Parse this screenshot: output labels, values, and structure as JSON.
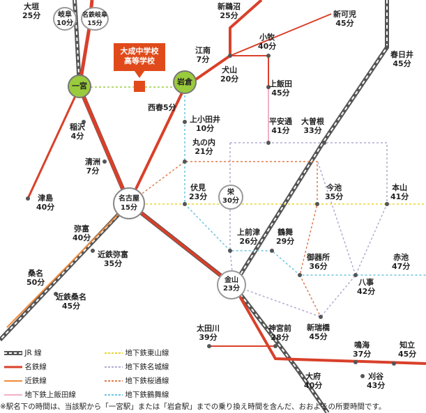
{
  "colors": {
    "jr": "#555555",
    "meitetsu": "#d9402a",
    "kintetsu": "#ef8a3a",
    "kamiiida": "#f0b0c8",
    "higashiyama": "#e8d52a",
    "meijo": "#b4a8d2",
    "sakuradori": "#e07a4a",
    "tsurumai": "#6cc4e0"
  },
  "school": {
    "line1": "大成中学校",
    "line2": "高等学校"
  },
  "stations": {
    "ogaki": {
      "name": "大垣",
      "time": "25分"
    },
    "gifu": {
      "name": "岐阜",
      "time": "10分"
    },
    "meitetsu_gifu": {
      "name": "名鉄岐阜",
      "time": "15分"
    },
    "ichinomiya": {
      "name": "一宮"
    },
    "iwakura": {
      "name": "岩倉"
    },
    "shin_unuma": {
      "name": "新鵜沼",
      "time": "25分"
    },
    "shin_kani": {
      "name": "新可児",
      "time": "45分"
    },
    "konan": {
      "name": "江南",
      "time": "7分"
    },
    "inuyama": {
      "name": "犬山",
      "time": "20分"
    },
    "komaki": {
      "name": "小牧",
      "time": "40分"
    },
    "kasugai": {
      "name": "春日井",
      "time": "45分"
    },
    "kami_iida": {
      "name": "上飯田",
      "time": "45分"
    },
    "nishiharu": {
      "name": "西春5分"
    },
    "kami_otai": {
      "name": "上小田井",
      "time": "10分"
    },
    "inazawa": {
      "name": "稲沢",
      "time": "4分"
    },
    "heiando": {
      "name": "平安通",
      "time": "41分"
    },
    "ozone": {
      "name": "大曽根",
      "time": "33分"
    },
    "marunouchi": {
      "name": "丸の内",
      "time": "21分"
    },
    "kiyosu": {
      "name": "清洲",
      "time": "7分"
    },
    "tsushima": {
      "name": "津島",
      "time": "40分"
    },
    "nagoya": {
      "name": "名古屋",
      "time": "15分"
    },
    "fushimi": {
      "name": "伏見",
      "time": "23分"
    },
    "sakae": {
      "name": "栄",
      "time": "30分"
    },
    "imaike": {
      "name": "今池",
      "time": "35分"
    },
    "motoyama": {
      "name": "本山",
      "time": "41分"
    },
    "yatomi": {
      "name": "弥富",
      "time": "40分"
    },
    "kintetsu_yatomi": {
      "name": "近鉄弥富",
      "time": "35分"
    },
    "kamimaezu": {
      "name": "上前津",
      "time": "26分"
    },
    "tsurumai": {
      "name": "鶴舞",
      "time": "29分"
    },
    "gokiso": {
      "name": "御器所",
      "time": "36分"
    },
    "akaike": {
      "name": "赤池",
      "time": "47分"
    },
    "kuwana": {
      "name": "桑名",
      "time": "50分"
    },
    "kintetsu_kuwana": {
      "name": "近鉄桑名",
      "time": "45分"
    },
    "kanayama": {
      "name": "金山",
      "time": "23分"
    },
    "yagoto": {
      "name": "八事",
      "time": "42分"
    },
    "shin_mizuho": {
      "name": "新瑞橋",
      "time": "45分"
    },
    "otagawa": {
      "name": "太田川",
      "time": "39分"
    },
    "jingumae": {
      "name": "神宮前",
      "time": "28分"
    },
    "narumi": {
      "name": "鳴海",
      "time": "37分"
    },
    "chiryu": {
      "name": "知立",
      "time": "45分"
    },
    "obu": {
      "name": "大府",
      "time": "40分"
    },
    "kariya": {
      "name": "刈谷",
      "time": "43分"
    }
  },
  "legend": {
    "jr": "JR 線",
    "meitetsu": "名鉄線",
    "kintetsu": "近鉄線",
    "kamiiida": "地下鉄上飯田線",
    "higashiyama": "地下鉄東山線",
    "meijo": "地下鉄名城線",
    "sakuradori": "地下鉄桜通線",
    "tsurumai": "地下鉄鶴舞線"
  },
  "note": "※駅名下の時間は、当該駅から「一宮駅」または「岩倉駅」までの乗り換え時間を含んだ、おおよその所要時間です。"
}
